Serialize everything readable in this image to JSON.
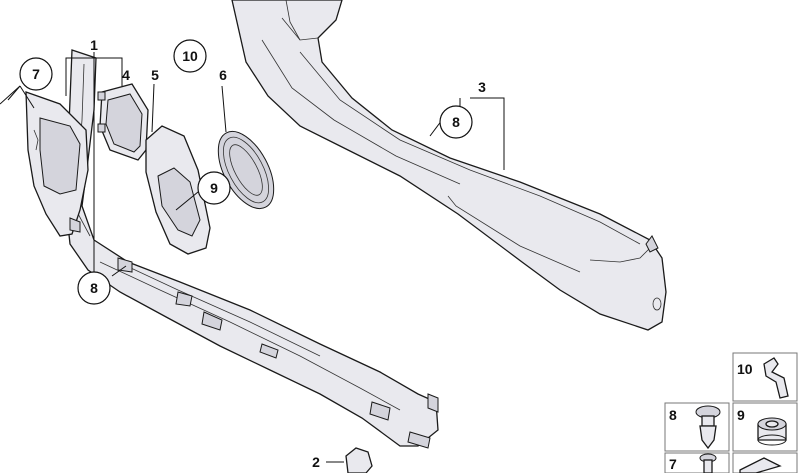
{
  "callouts": {
    "c1": "1",
    "c2": "2",
    "c3": "3",
    "c4": "4",
    "c5": "5",
    "c6": "6",
    "c7": "7",
    "c8a": "8",
    "c8b": "8",
    "c9": "9",
    "c10": "10"
  },
  "legend": {
    "item10": "10",
    "item8": "8",
    "item9": "9",
    "item7": "7"
  }
}
